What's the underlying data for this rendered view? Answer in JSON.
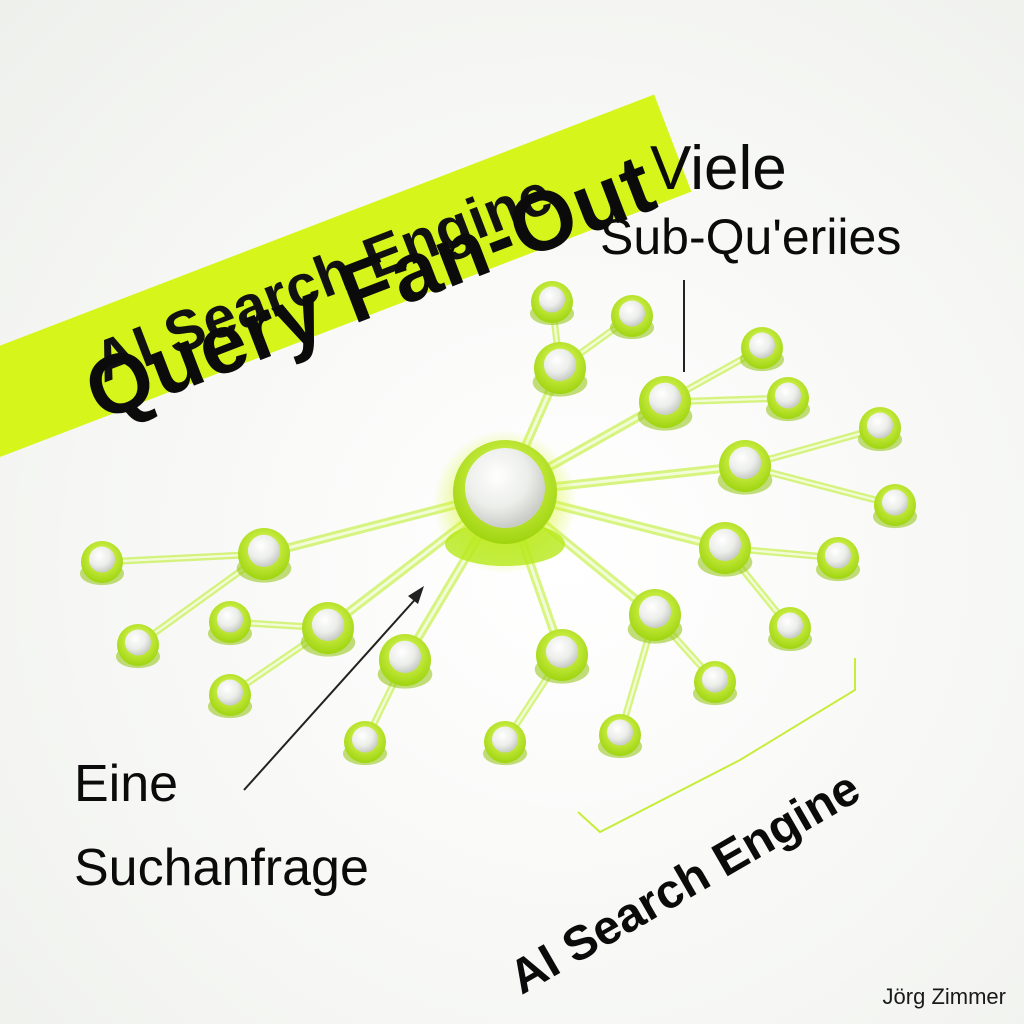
{
  "banner": {
    "text": "AI Search Engine"
  },
  "title": "Query Fan-Out",
  "labels": {
    "many_line1": "Viele",
    "many_line2": "Sub-Qu'eriies",
    "one_line1": "Eine",
    "one_line2": "Suchanfrage"
  },
  "diagonal_label": "AI Search Engine",
  "author": "Jörg Zimmer",
  "colors": {
    "accent": "#d6f51a",
    "node_ring": "#b8ec1c",
    "text": "#0b0b0b",
    "background": "#f7f8f5"
  },
  "icons": {
    "hub": "glowing-sphere-hub-icon",
    "node": "pearl-node-icon"
  }
}
